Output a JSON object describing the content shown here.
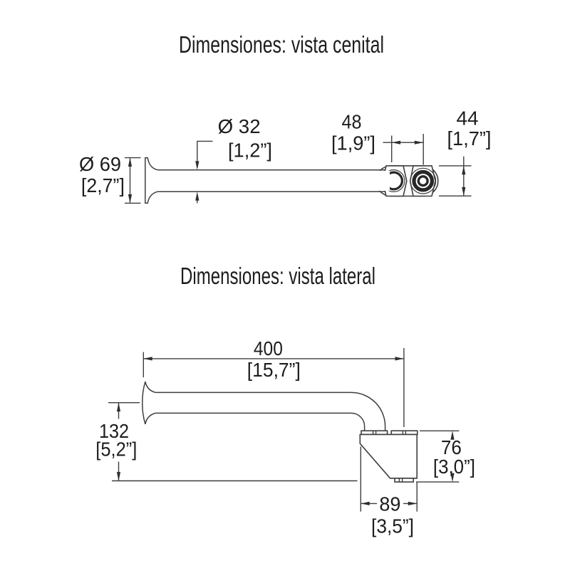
{
  "drawing": {
    "background": "#ffffff",
    "line_color": "#3e3e3e",
    "text_color": "#1d1d1d",
    "top_view": {
      "title": "Dimensiones: vista cenital",
      "dimensions": {
        "flange_diameter": {
          "mm": "Ø 69",
          "inches": "[2,7”]"
        },
        "tube_diameter": {
          "mm": "Ø 32",
          "inches": "[1,2”]"
        },
        "center_spacing": {
          "mm": "48",
          "inches": "[1,9”]"
        },
        "body_width": {
          "mm": "44",
          "inches": "[1,7”]"
        }
      }
    },
    "side_view": {
      "title": "Dimensiones: vista lateral",
      "dimensions": {
        "reach": {
          "mm": "400",
          "inches": "[15,7”]"
        },
        "drop": {
          "mm": "132",
          "inches": "[5,2”]"
        },
        "body_height": {
          "mm": "76",
          "inches": "[3,0”]"
        },
        "body_depth": {
          "mm": "89",
          "inches": "[3,5”]"
        }
      }
    }
  }
}
